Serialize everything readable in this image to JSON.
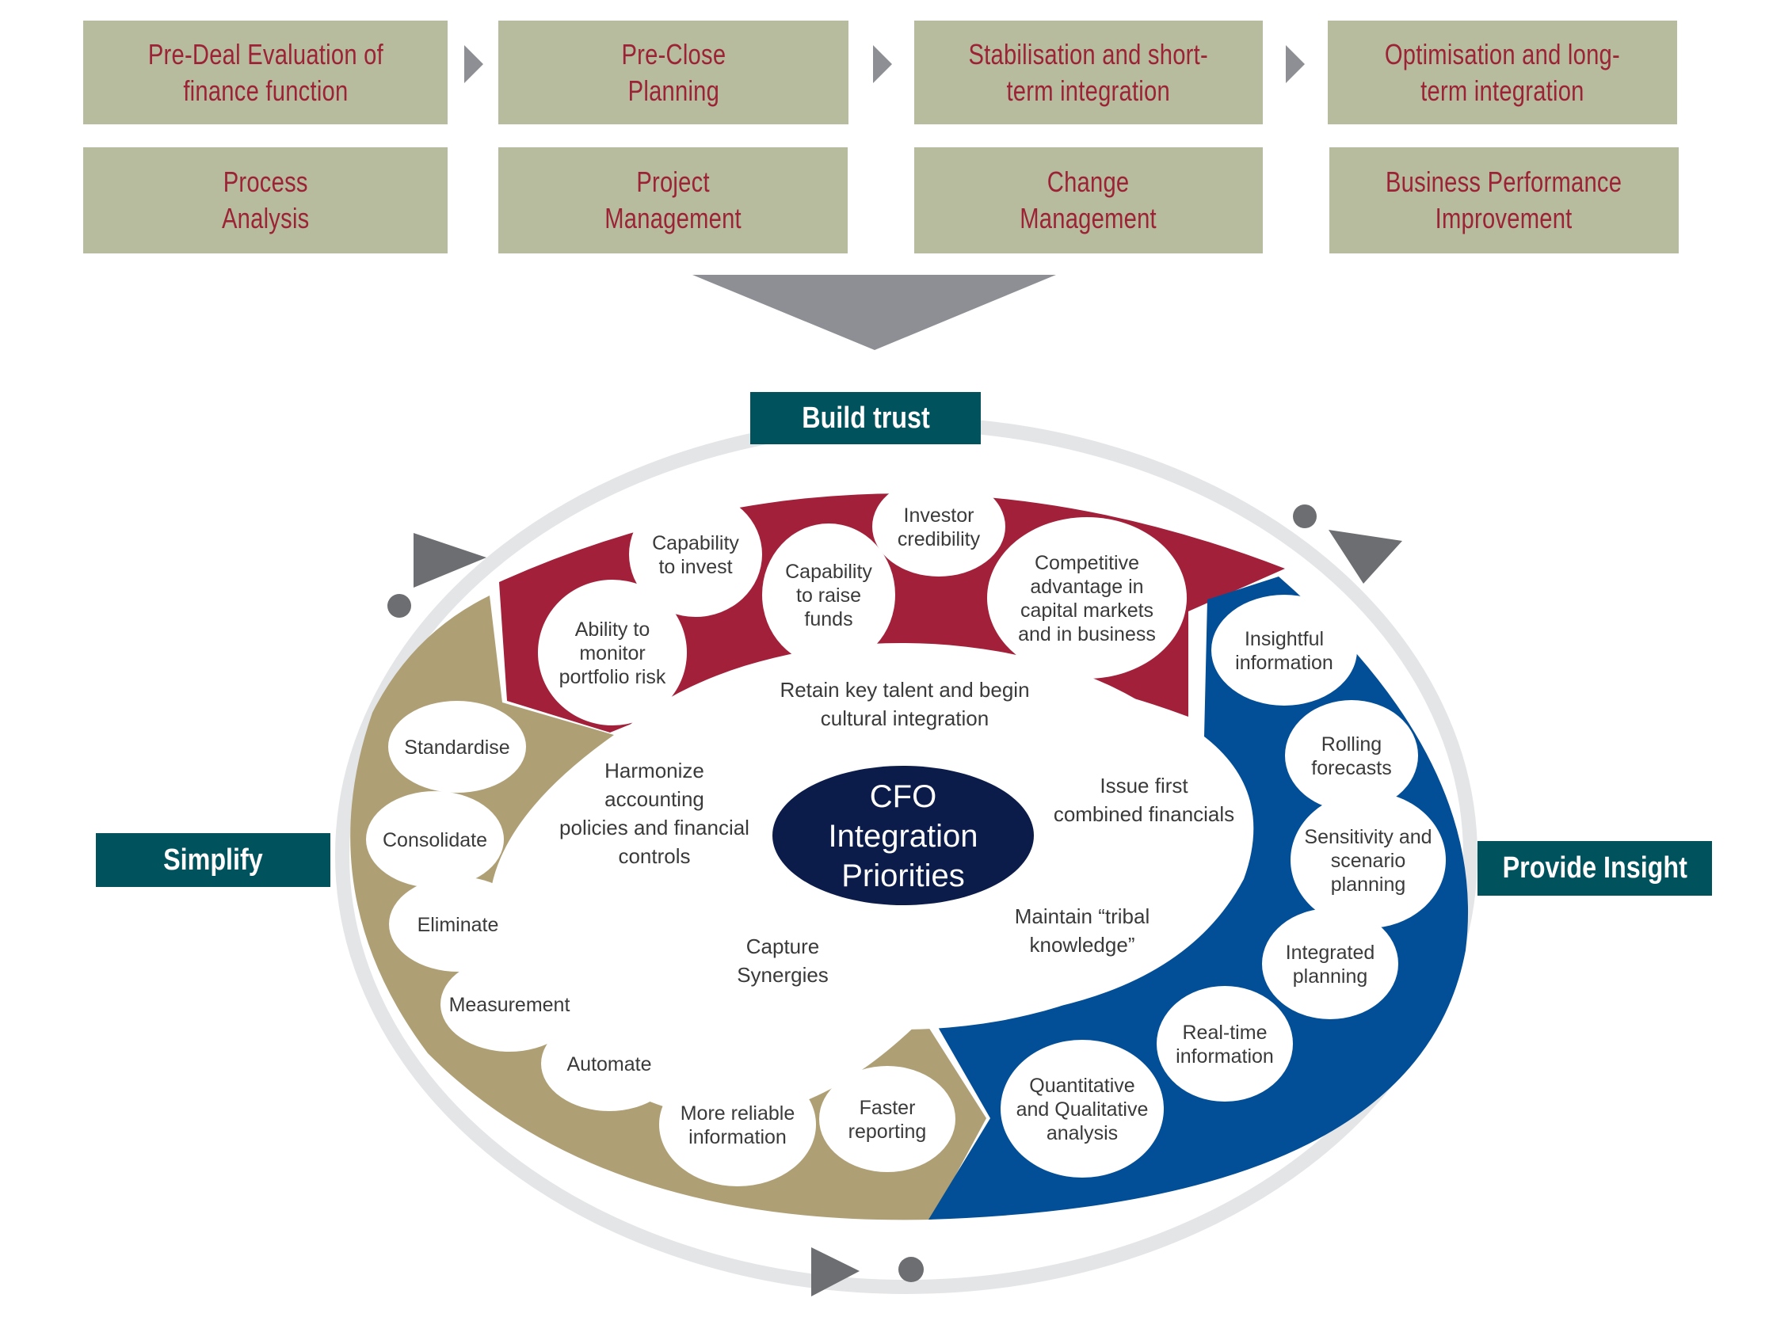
{
  "phases": [
    {
      "label": "Pre-Deal Evaluation of finance function",
      "lines": [
        "Pre-Deal Evaluation of",
        "finance function"
      ]
    },
    {
      "label": "Pre-Close Planning",
      "lines": [
        "Pre-Close",
        "Planning"
      ]
    },
    {
      "label": "Stabilisation and short-term integration",
      "lines": [
        "Stabilisation and short-",
        "term integration"
      ]
    },
    {
      "label": "Optimisation and long-term integration",
      "lines": [
        "Optimisation and long-",
        "term integration"
      ]
    }
  ],
  "disciplines": [
    {
      "label": "Process Analysis",
      "lines": [
        "Process",
        "Analysis"
      ]
    },
    {
      "label": "Project Management",
      "lines": [
        "Project",
        "Management"
      ]
    },
    {
      "label": "Change Management",
      "lines": [
        "Change",
        "Management"
      ]
    },
    {
      "label": "Business Performance Improvement",
      "lines": [
        "Business Performance",
        "Improvement"
      ]
    }
  ],
  "pillars": {
    "build_trust": "Build trust",
    "simplify": "Simplify",
    "provide_insight": "Provide Insight"
  },
  "center": {
    "lines": [
      "CFO",
      "Integration",
      "Priorities"
    ]
  },
  "priorities": {
    "retain": [
      "Retain key talent and begin",
      "cultural integration"
    ],
    "harmonize": [
      "Harmonize",
      "accounting",
      "policies and financial",
      "controls"
    ],
    "issue": [
      "Issue first",
      "combined financials"
    ],
    "maintain": [
      "Maintain “tribal",
      "knowledge”"
    ],
    "capture": [
      "Capture",
      "Synergies"
    ]
  },
  "build_trust_items": [
    [
      "Ability to",
      "monitor",
      "portfolio risk"
    ],
    [
      "Capability",
      "to invest"
    ],
    [
      "Capability",
      "to raise",
      "funds"
    ],
    [
      "Investor",
      "credibility"
    ],
    [
      "Competitive",
      "advantage in",
      "capital markets",
      "and in business"
    ]
  ],
  "simplify_items": [
    [
      "Standardise"
    ],
    [
      "Consolidate"
    ],
    [
      "Eliminate"
    ],
    [
      "Measurement"
    ],
    [
      "Automate"
    ],
    [
      "More reliable",
      "information"
    ],
    [
      "Faster",
      "reporting"
    ]
  ],
  "insight_items": [
    [
      "Insightful",
      "information"
    ],
    [
      "Rolling",
      "forecasts"
    ],
    [
      "Sensitivity and",
      "scenario",
      "planning"
    ],
    [
      "Integrated",
      "planning"
    ],
    [
      "Real-time",
      "information"
    ],
    [
      "Quantitative",
      "and Qualitative",
      "analysis"
    ]
  ],
  "colors": {
    "phase_box": "#b8bc9e",
    "phase_text": "#9b2335",
    "build_trust_band": "#a3203a",
    "simplify_band": "#ae9f75",
    "insight_band": "#024f97",
    "pillar_label": "#00525d",
    "center_circle": "#0c1c4a",
    "cycle_ring": "#e4e5e7",
    "arrow_grey": "#6d6e71",
    "funnel_grey": "#8e8f94"
  }
}
